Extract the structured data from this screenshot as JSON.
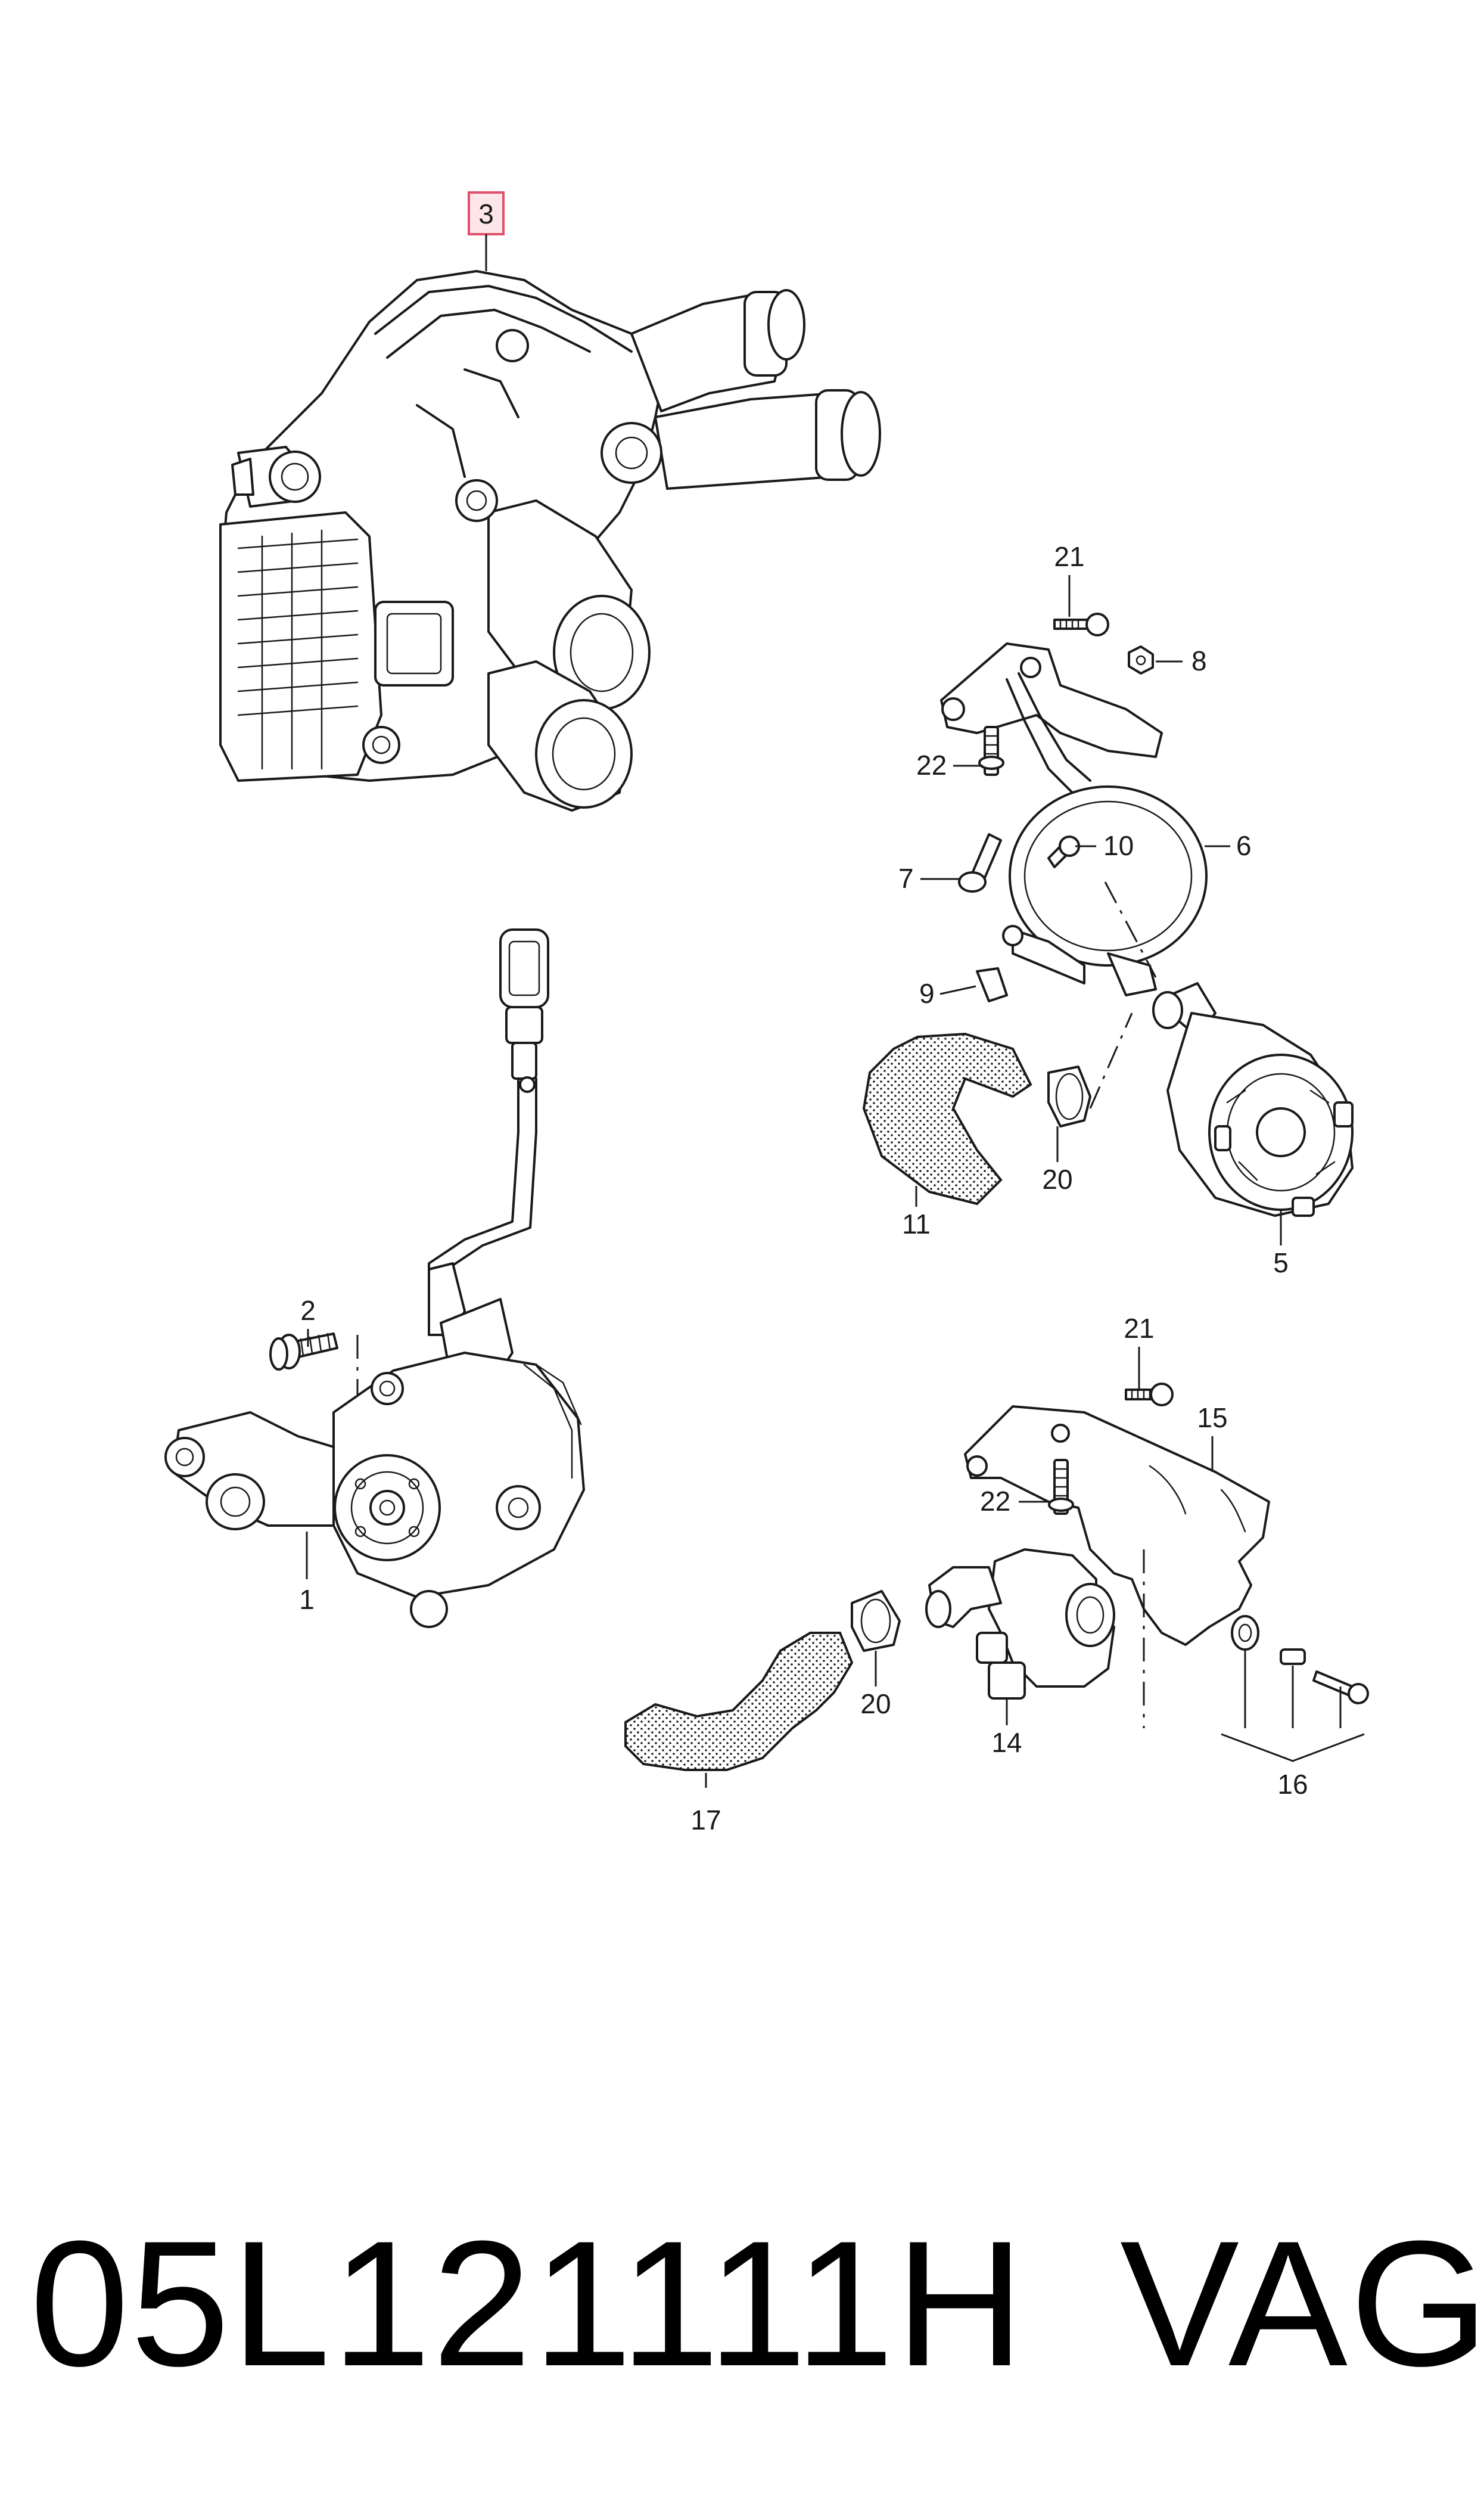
{
  "highlight_color": "#e0506a",
  "callouts": {
    "c1": "1",
    "c2": "2",
    "c3": "3",
    "c5": "5",
    "c6": "6",
    "c7": "7",
    "c8": "8",
    "c9": "9",
    "c10": "10",
    "c11": "11",
    "c14": "14",
    "c15": "15",
    "c16": "16",
    "c17": "17",
    "c20a": "20",
    "c20b": "20",
    "c21a": "21",
    "c21b": "21",
    "c22a": "22",
    "c22b": "22"
  },
  "footer": {
    "part_number": "05L121111H",
    "brand": "VAG"
  }
}
